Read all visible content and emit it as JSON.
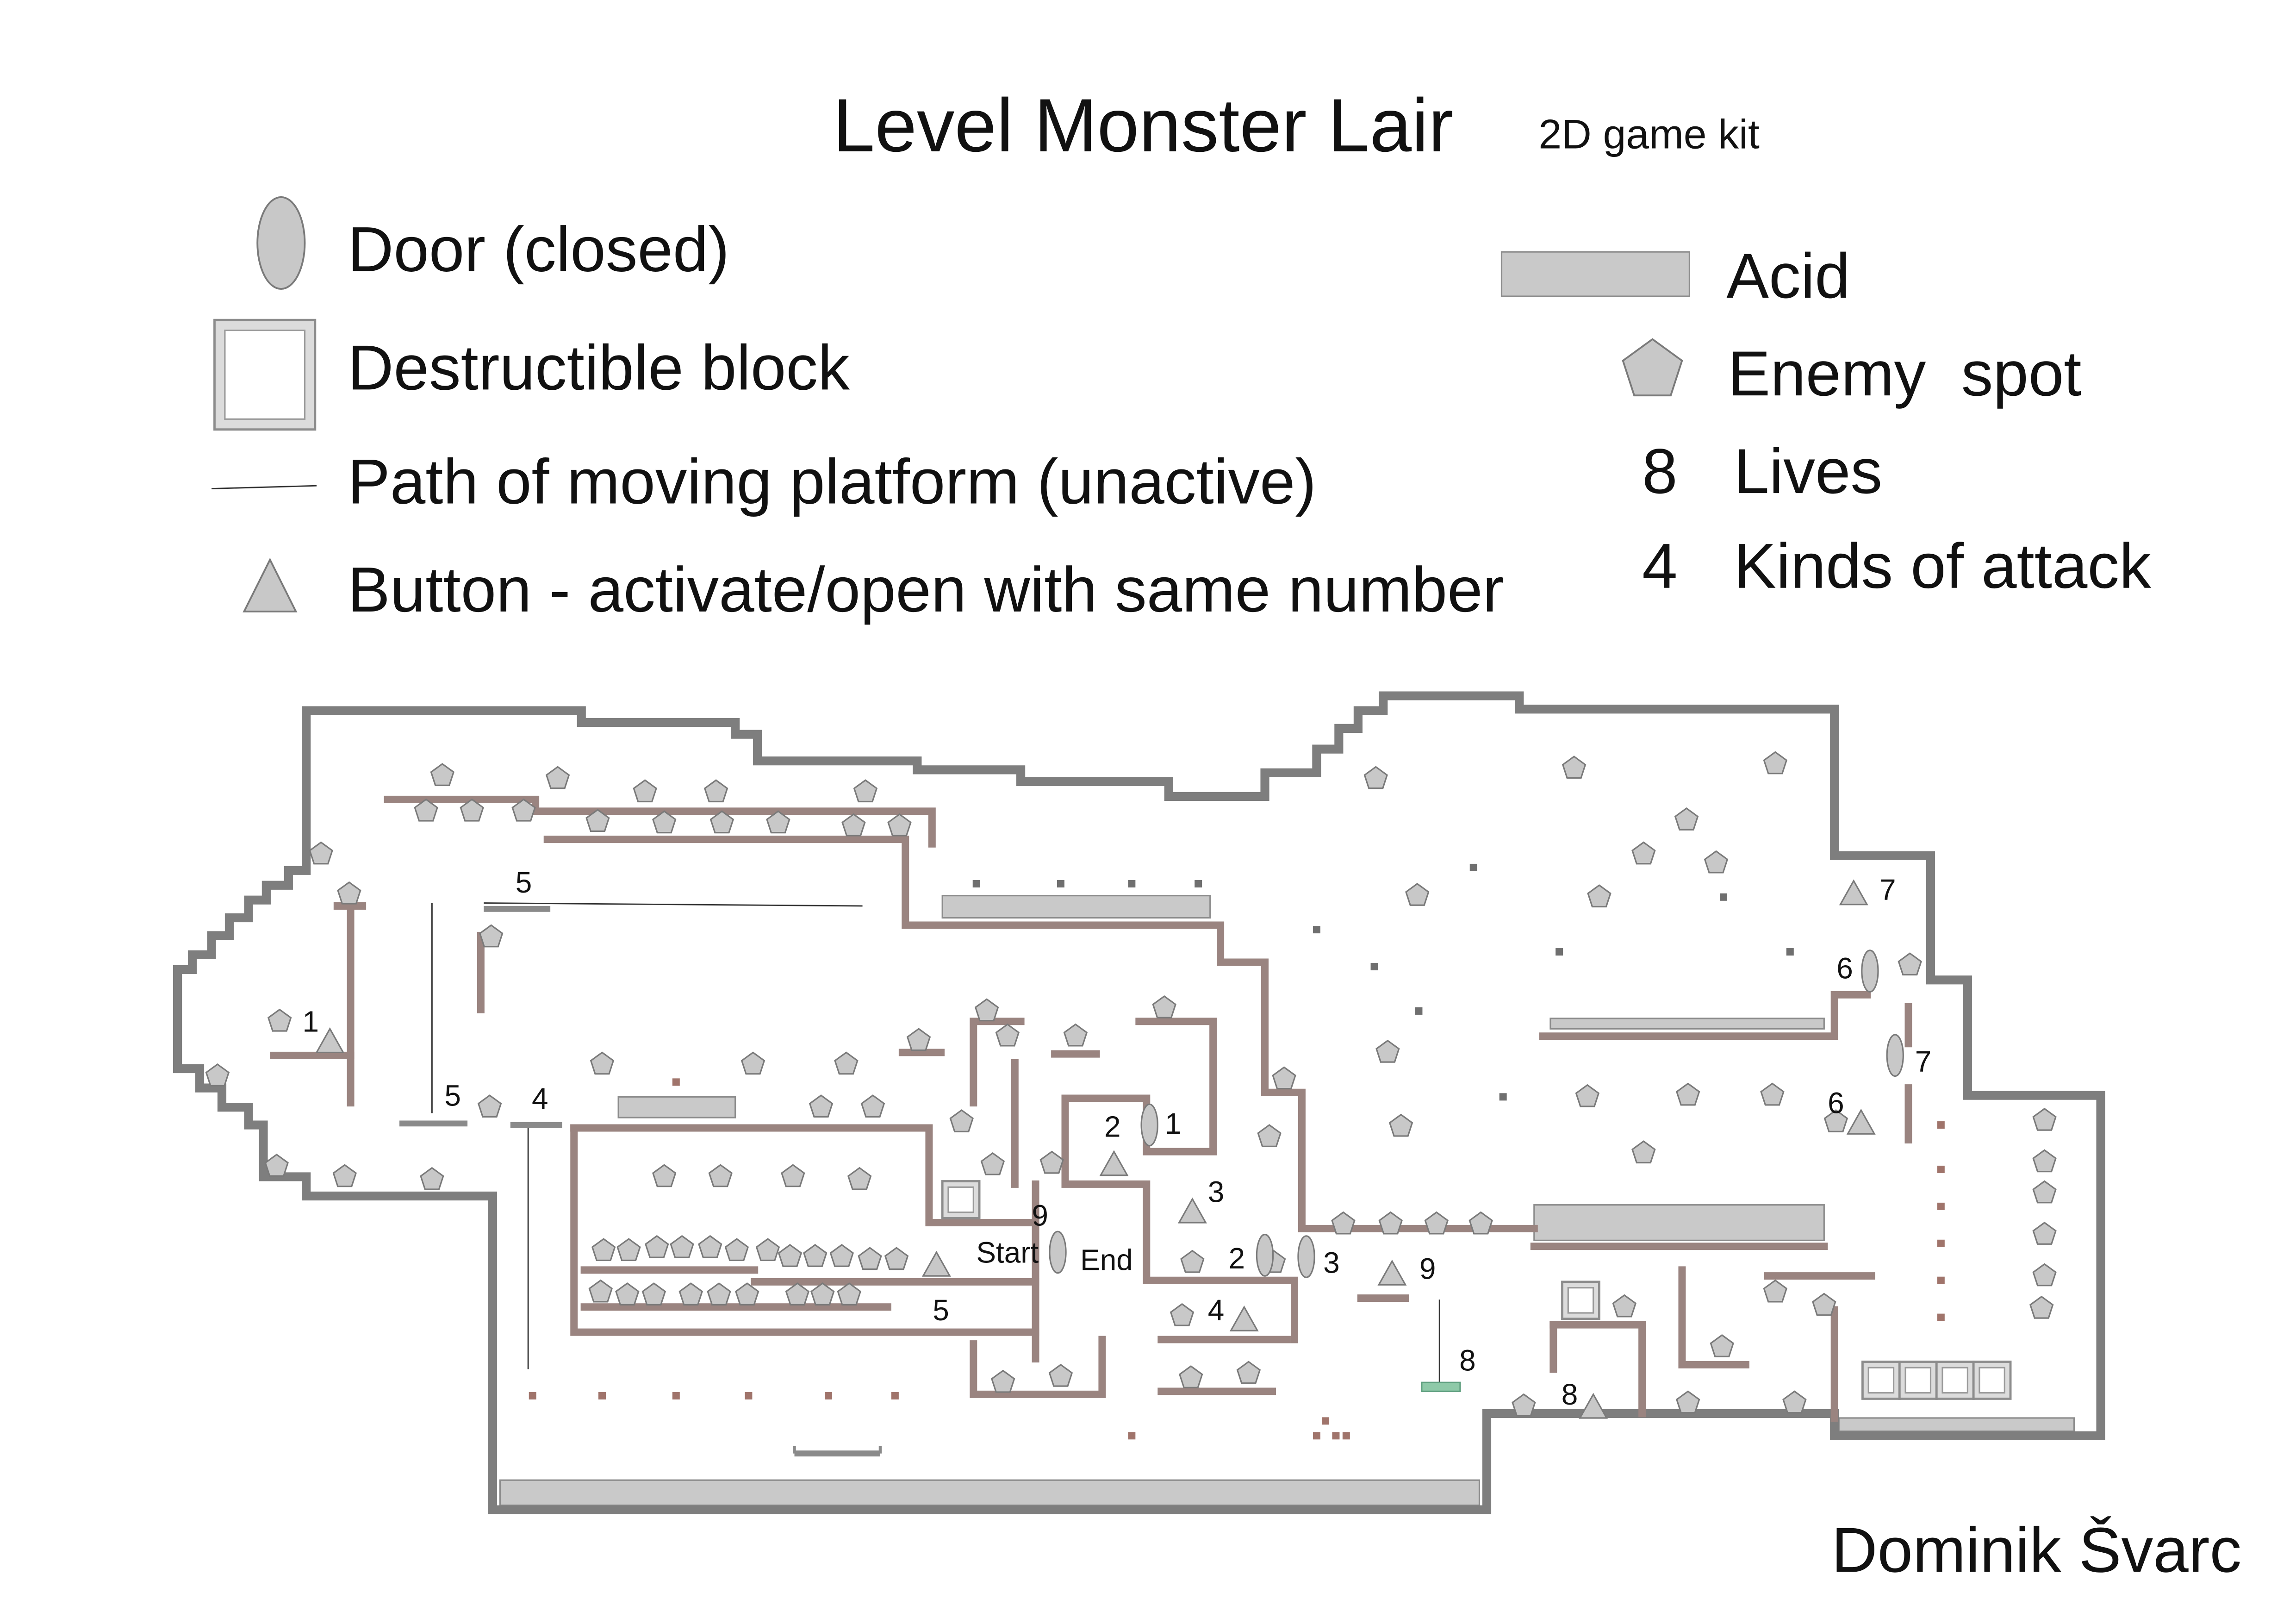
{
  "title": "Level Monster Lair",
  "subtitle": "2D game kit",
  "legend": {
    "door": "Door (closed)",
    "destructible_block": "Destructible block",
    "moving_platform_path": "Path of moving platform (unactive)",
    "button": "Button - activate/open with same number",
    "acid": "Acid",
    "enemy_spot": "Enemy  spot",
    "lives": {
      "value": 8,
      "label": "Lives"
    },
    "kinds_of_attack": {
      "value": 4,
      "label": "Kinds of attack"
    }
  },
  "map": {
    "start_label": "Start",
    "end_label": "End",
    "number_labels": [
      5,
      1,
      5,
      4,
      2,
      1,
      3,
      9,
      2,
      3,
      9,
      4,
      5,
      8,
      8,
      7,
      6,
      7,
      6
    ]
  },
  "author": "Dominik Švarc",
  "icons": [
    "door-icon",
    "destructible-block-icon",
    "moving-platform-path-icon",
    "button-icon",
    "acid-icon",
    "enemy-spot-icon"
  ],
  "colors": {
    "wall": "#7e7e7e",
    "inner_wall": "#9a8480",
    "acid": "#c9c9c9",
    "marker_fill": "#c8c8c8",
    "marker_stroke": "#7a7a7a",
    "platform": "#8ec9a8",
    "ink": "#111111"
  }
}
